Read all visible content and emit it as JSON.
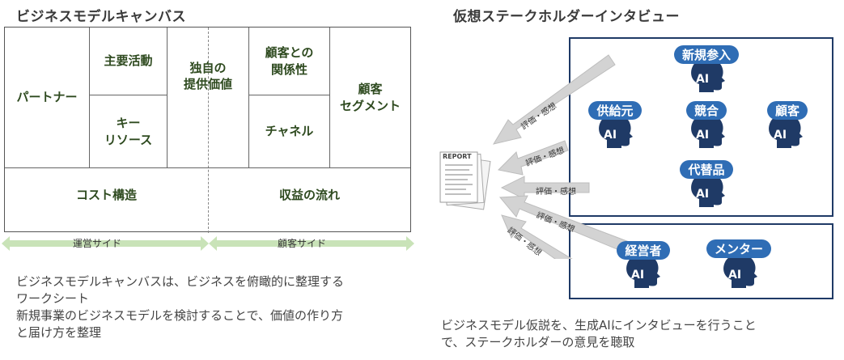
{
  "bmc": {
    "title": "ビジネスモデルキャンバス",
    "partner": "パートナー",
    "key_activities": "主要活動",
    "key_resources_line1": "キー",
    "key_resources_line2": "リソース",
    "value_line1": "独自の",
    "value_line2": "提供価値",
    "relationship_line1": "顧客との",
    "relationship_line2": "関係性",
    "channel": "チャネル",
    "segment_line1": "顧客",
    "segment_line2": "セグメント",
    "cost": "コスト構造",
    "revenue": "収益の流れ",
    "ops_side": "運営サイド",
    "customer_side": "顧客サイド",
    "caption_line1": "ビジネスモデルキャンバスは、ビジネスを俯瞰的に整理する",
    "caption_line2": "ワークシート",
    "caption_line3": "新規事業のビジネスモデルを検討することで、価値の作り方",
    "caption_line4": "と届け方を整理"
  },
  "interview": {
    "title": "仮想ステークホルダーインタビュー",
    "report_label": "REPORT",
    "arrow_label": "評価・感想",
    "ai_label": "AI",
    "stakeholders": [
      "新規参入",
      "供給元",
      "競合",
      "顧客",
      "代替品",
      "経営者",
      "メンター"
    ],
    "caption_line1": "ビジネスモデル仮説を、生成AIにインタビューを行うこと",
    "caption_line2": "で、ステークホルダーの意見を聴取"
  },
  "colors": {
    "accent_green": "#c9e3b8",
    "cell_text": "#2e4a1f",
    "pill_blue": "#2f6db5",
    "head_navy": "#1f3a66",
    "arrow_gray": "#d3d3d3"
  }
}
